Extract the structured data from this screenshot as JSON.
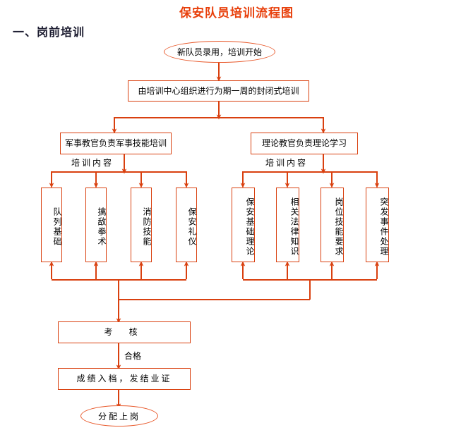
{
  "page": {
    "title": "保安队员培训流程图",
    "section_heading": "一、岗前培训",
    "title_color": "#E8400C",
    "line_color": "#D9400F",
    "terminal_color": "#E8582A",
    "background": "#ffffff"
  },
  "flow": {
    "start": {
      "label": "新队员录用，培训开始",
      "shape": "ellipse"
    },
    "main_process": {
      "label": "由培训中心组织进行为期一周的封闭式培训",
      "shape": "rect"
    },
    "branches": [
      {
        "id": "military",
        "label": "军事教官负责军事技能培训",
        "content_label": "培训内容",
        "items": [
          {
            "label": "队列基础"
          },
          {
            "label": "擒敌拳术"
          },
          {
            "label": "消防技能"
          },
          {
            "label": "保安礼仪"
          }
        ]
      },
      {
        "id": "theory",
        "label": "理论教官负责理论学习",
        "content_label": "培训内容",
        "items": [
          {
            "label": "保安基础理论"
          },
          {
            "label": "相关法律知识"
          },
          {
            "label": "岗位技能要求"
          },
          {
            "label": "突发事件处理"
          }
        ]
      }
    ],
    "assessment": {
      "label": "考    核",
      "shape": "rect"
    },
    "pass_label": "合格",
    "archive": {
      "label": "成绩入档，发结业证",
      "shape": "rect"
    },
    "end": {
      "label": "分配上岗",
      "shape": "ellipse"
    }
  }
}
